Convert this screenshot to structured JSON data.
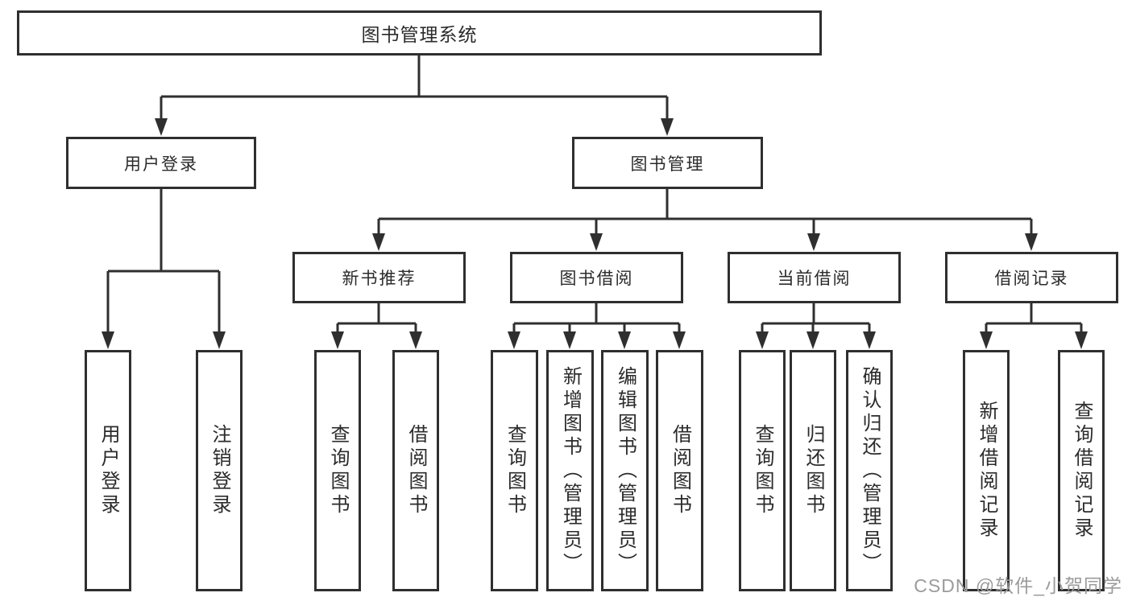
{
  "diagram": {
    "root": {
      "label": "图书管理系统"
    },
    "level2": [
      {
        "label": "用户登录"
      },
      {
        "label": "图书管理"
      }
    ],
    "level3": [
      {
        "label": "新书推荐"
      },
      {
        "label": "图书借阅"
      },
      {
        "label": "当前借阅"
      },
      {
        "label": "借阅记录"
      }
    ],
    "leaves": [
      {
        "label": "用户登录",
        "parent": "用户登录"
      },
      {
        "label": "注销登录",
        "parent": "用户登录"
      },
      {
        "label": "查询图书",
        "parent": "新书推荐"
      },
      {
        "label": "借阅图书",
        "parent": "新书推荐"
      },
      {
        "label": "查询图书",
        "parent": "图书借阅"
      },
      {
        "label": "新增图书（管理员）",
        "parent": "图书借阅"
      },
      {
        "label": "编辑图书（管理员）",
        "parent": "图书借阅"
      },
      {
        "label": "借阅图书",
        "parent": "图书借阅"
      },
      {
        "label": "查询图书",
        "parent": "当前借阅"
      },
      {
        "label": "归还图书",
        "parent": "当前借阅"
      },
      {
        "label": "确认归还（管理员）",
        "parent": "当前借阅"
      },
      {
        "label": "新增借阅记录",
        "parent": "借阅记录"
      },
      {
        "label": "查询借阅记录",
        "parent": "借阅记录"
      }
    ]
  },
  "watermark": {
    "text": "CSDN @软件_小贺同学"
  },
  "colors": {
    "line": "#2f2f2f",
    "box_border": "#2f2f2f",
    "text": "#2b2b2b",
    "background": "#ffffff",
    "watermark": "#9b9b9b"
  }
}
